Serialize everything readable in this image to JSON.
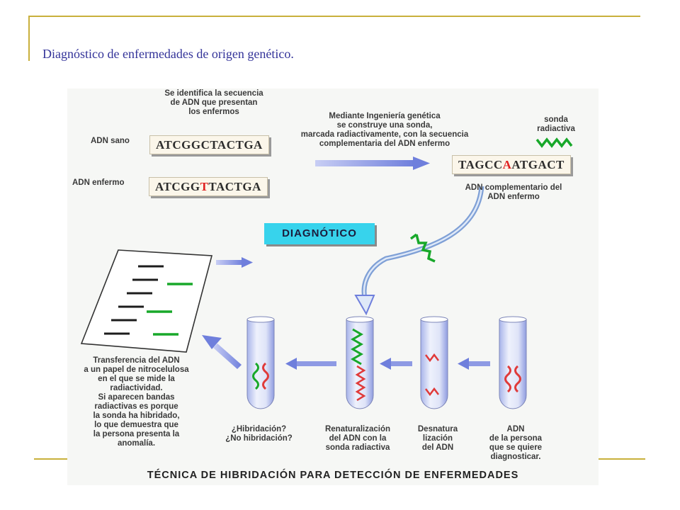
{
  "slide": {
    "title": "Diagnóstico de enfermedades de origen genético."
  },
  "figure": {
    "identify_text": [
      "Se identifica la secuencia",
      "de ADN que presentan",
      "los enfermos"
    ],
    "healthy_label": "ADN sano",
    "healthy_sequence": "ATCGGCTACTGA",
    "sick_label": "ADN enfermo",
    "sick_sequence_prefix": "ATCGG",
    "sick_sequence_mutation": "T",
    "sick_sequence_suffix": "TACTGA",
    "engineering_text": [
      "Mediante Ingeniería genética",
      "se construye una sonda,",
      "marcada radiactivamente, con la secuencia",
      "complementaria del ADN enfermo"
    ],
    "probe_label": [
      "sonda",
      "radiactiva"
    ],
    "complement_prefix": "TAGCC",
    "complement_mutation": "A",
    "complement_suffix": "ATGACT",
    "complement_label": [
      "ADN complementario del",
      "ADN enfermo"
    ],
    "diagnosis_label": "DIAGNÓTICO",
    "transfer_text": [
      "Transferencia del ADN",
      "a un papel de nitrocelulosa",
      "en el que se mide la",
      "radiactividad.",
      "Si aparecen bandas",
      "radiactivas es porque",
      "la sonda ha hibridado,",
      "lo que demuestra que",
      "la persona presenta la",
      "anomalía."
    ],
    "tubes": [
      {
        "caption": [
          "¿Hibridación?",
          "¿No hibridación?"
        ]
      },
      {
        "caption": [
          "Renaturalización",
          "del ADN con la",
          "sonda radiactiva"
        ]
      },
      {
        "caption": [
          "Desnatura",
          "lización",
          "del ADN"
        ]
      },
      {
        "caption": [
          "ADN",
          "de la persona",
          "que se quiere",
          "diagnosticar."
        ]
      }
    ],
    "footer": "TÉCNICA DE HIBRIDACIÓN PARA DETECCIÓN DE ENFERMEDADES",
    "colors": {
      "probe_green": "#18a82a",
      "dna_red": "#e03a3a",
      "arrow_blue": "#6f7fdc",
      "diagnosis_cyan": "#37d3ec",
      "mutation_red": "#e02020"
    }
  }
}
